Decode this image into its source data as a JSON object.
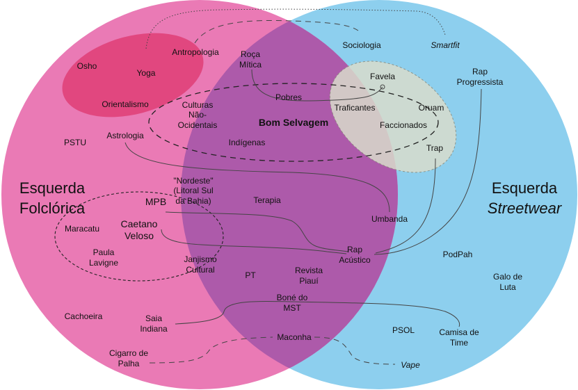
{
  "sets": {
    "left_title_line1": "Esquerda",
    "left_title_line2": "Folclórica",
    "right_title_line1": "Esquerda",
    "right_title_line2": "Streetwear"
  },
  "groups": {
    "bom_selvagem": "Bom Selvagem",
    "mpb": "MPB"
  },
  "items": {
    "osho": "Osho",
    "yoga": "Yoga",
    "antropologia": "Antropologia",
    "orientalismo": "Orientalismo",
    "roca_1": "Roça",
    "roca_2": "Mítica",
    "sociologia": "Sociologia",
    "smartfit": "Smartfit",
    "rap_prog_1": "Rap",
    "rap_prog_2": "Progressista",
    "favela": "Favela",
    "pobres": "Pobres",
    "traficantes": "Traficantes",
    "oruam": "Oruam",
    "faccionados": "Faccionados",
    "trap": "Trap",
    "culturas_1": "Culturas",
    "culturas_2": "Não-",
    "culturas_3": "Ocidentais",
    "astrologia": "Astrologia",
    "pstu": "PSTU",
    "indigenas": "Indígenas",
    "nordeste_1": "\"Nordeste\"",
    "nordeste_2": "(Litoral Sul",
    "nordeste_3": "da Bahia)",
    "terapia": "Terapia",
    "umbanda": "Umbanda",
    "caetano_1": "Caetano",
    "caetano_2": "Veloso",
    "maracatu": "Maracatu",
    "paula_1": "Paula",
    "paula_2": "Lavigne",
    "janjismo_1": "Janjismo",
    "janjismo_2": "Cultural",
    "rap_acustico_1": "Rap",
    "rap_acustico_2": "Acústico",
    "podpah": "PodPah",
    "pt": "PT",
    "revista_1": "Revista",
    "revista_2": "Piauí",
    "galo_1": "Galo de",
    "galo_2": "Luta",
    "bone_1": "Boné do",
    "bone_2": "MST",
    "cachoeira": "Cachoeira",
    "saia_1": "Saia",
    "saia_2": "Indiana",
    "psol": "PSOL",
    "camisa_1": "Camisa de",
    "camisa_2": "Time",
    "maconha": "Maconha",
    "cigarro_1": "Cigarro de",
    "cigarro_2": "Palha",
    "vape": "Vape"
  },
  "colors": {
    "left_set": "#e864a4",
    "right_set": "#6ac1ec",
    "overlap": "#b45aa8",
    "spiritual_blob": "#e23c74",
    "favela_blob": "#e7ead6",
    "line": "#444444"
  }
}
